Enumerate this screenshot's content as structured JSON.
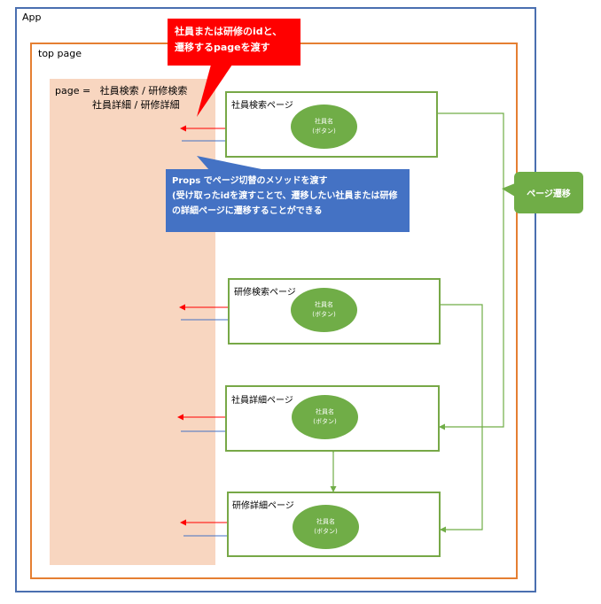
{
  "app": {
    "label": "App"
  },
  "top_page": {
    "label": "top page",
    "state_line1": "page =   社員検索 / 研修検索",
    "state_line2": "            社員詳細 / 研修詳細"
  },
  "pages": [
    {
      "title": "社員検索ページ",
      "ellipse_line1": "社員名",
      "ellipse_line2": "(ボタン)"
    },
    {
      "title": "研修検索ページ",
      "ellipse_line1": "社員名",
      "ellipse_line2": "(ボタン)"
    },
    {
      "title": "社員詳細ページ",
      "ellipse_line1": "社員名",
      "ellipse_line2": "(ボタン)"
    },
    {
      "title": "研修詳細ページ",
      "ellipse_line1": "社員名",
      "ellipse_line2": "(ボタン)"
    }
  ],
  "callouts": {
    "red_line1": "社員または研修のidと、",
    "red_line2": "遷移するpageを渡す",
    "blue_line1": "Props でページ切替のメソッドを渡す",
    "blue_line2": "(受け取ったidを渡すことで、遷移したい社員または研修",
    "blue_line3": "の詳細ページに遷移することができる",
    "green": "ページ遷移"
  },
  "colors": {
    "app_border": "#4a6fb0",
    "top_border": "#e57f32",
    "state_fill": "#f8d6c0",
    "page_border": "#77a847",
    "red_arrow": "#ff0000",
    "blue_arrow": "#4472c4",
    "green": "#70ad47"
  }
}
